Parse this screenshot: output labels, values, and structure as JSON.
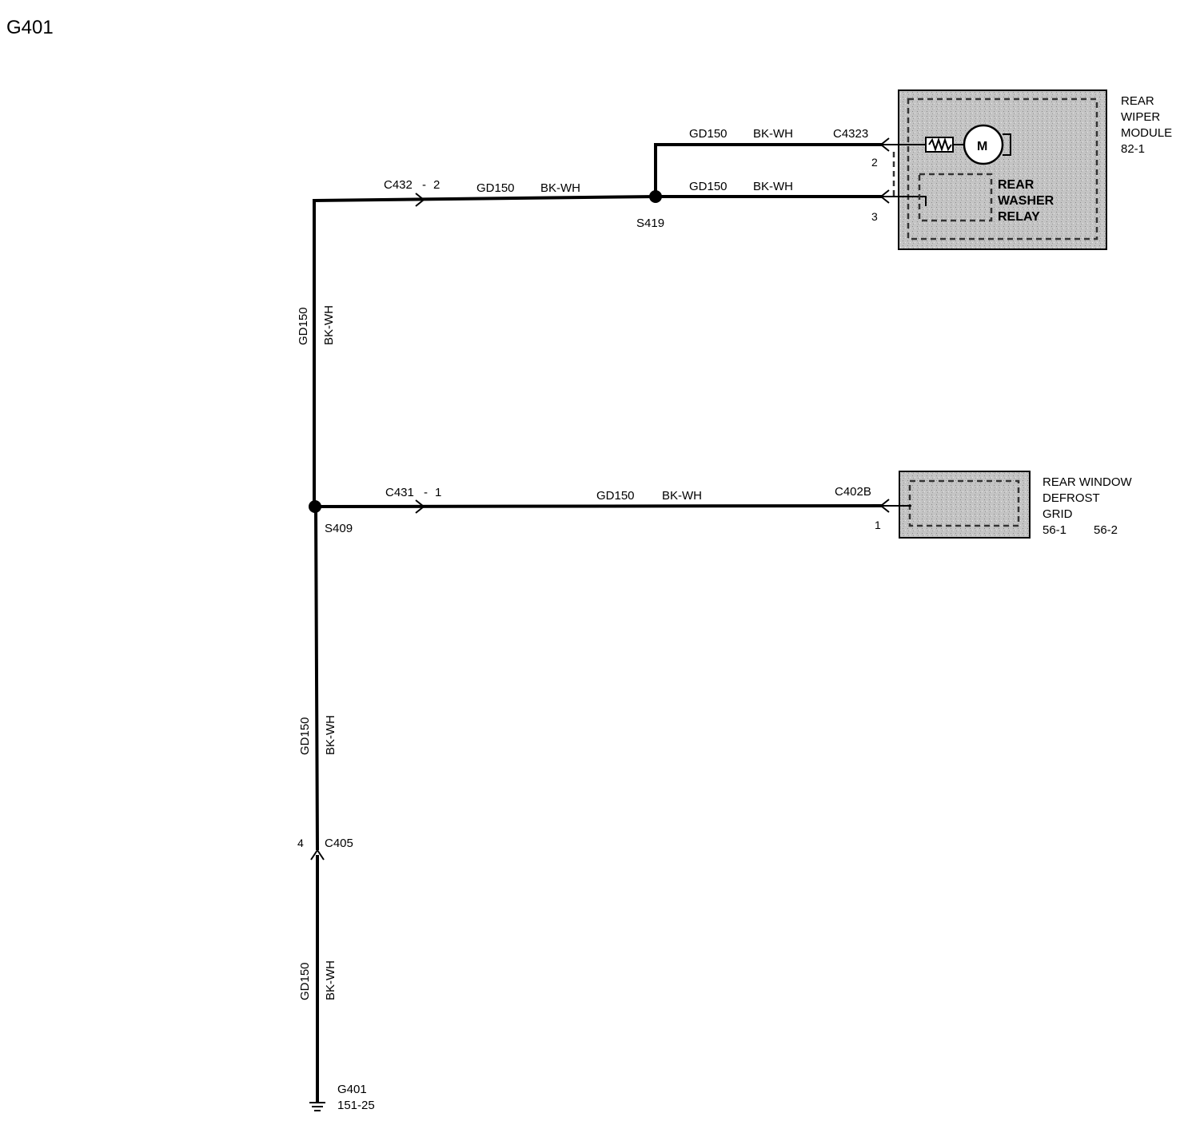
{
  "page_title": "G401",
  "colors": {
    "wire": "#000000",
    "component_fill": "#c4c4c4",
    "background": "#ffffff"
  },
  "icons": {
    "motor": "motor-icon",
    "resistor": "resistor-icon",
    "ground": "ground-icon",
    "splice": "splice-icon"
  },
  "wire": {
    "circuit": "GD150",
    "color": "BK-WH"
  },
  "connectors": {
    "c432": {
      "name": "C432",
      "sep": "-",
      "pin": "2"
    },
    "c431": {
      "name": "C431",
      "sep": "-",
      "pin": "1"
    },
    "c4323": {
      "name": "C4323",
      "pin_a": "2",
      "pin_b": "3"
    },
    "c402b": {
      "name": "C402B",
      "pin": "1"
    },
    "c405": {
      "name": "C405",
      "pin": "4"
    }
  },
  "splices": {
    "s419": "S419",
    "s409": "S409"
  },
  "ground": {
    "name": "G401",
    "ref": "151-25"
  },
  "components": {
    "rear_wiper_module": {
      "lines": [
        "REAR",
        "WIPER",
        "MODULE",
        "82-1"
      ],
      "motor_label": "M"
    },
    "rear_washer_relay": {
      "lines": [
        "REAR",
        "WASHER",
        "RELAY"
      ]
    },
    "rear_window_defrost_grid": {
      "lines": [
        "REAR WINDOW",
        "DEFROST",
        "GRID"
      ],
      "refs": [
        "56-1",
        "56-2"
      ]
    }
  }
}
